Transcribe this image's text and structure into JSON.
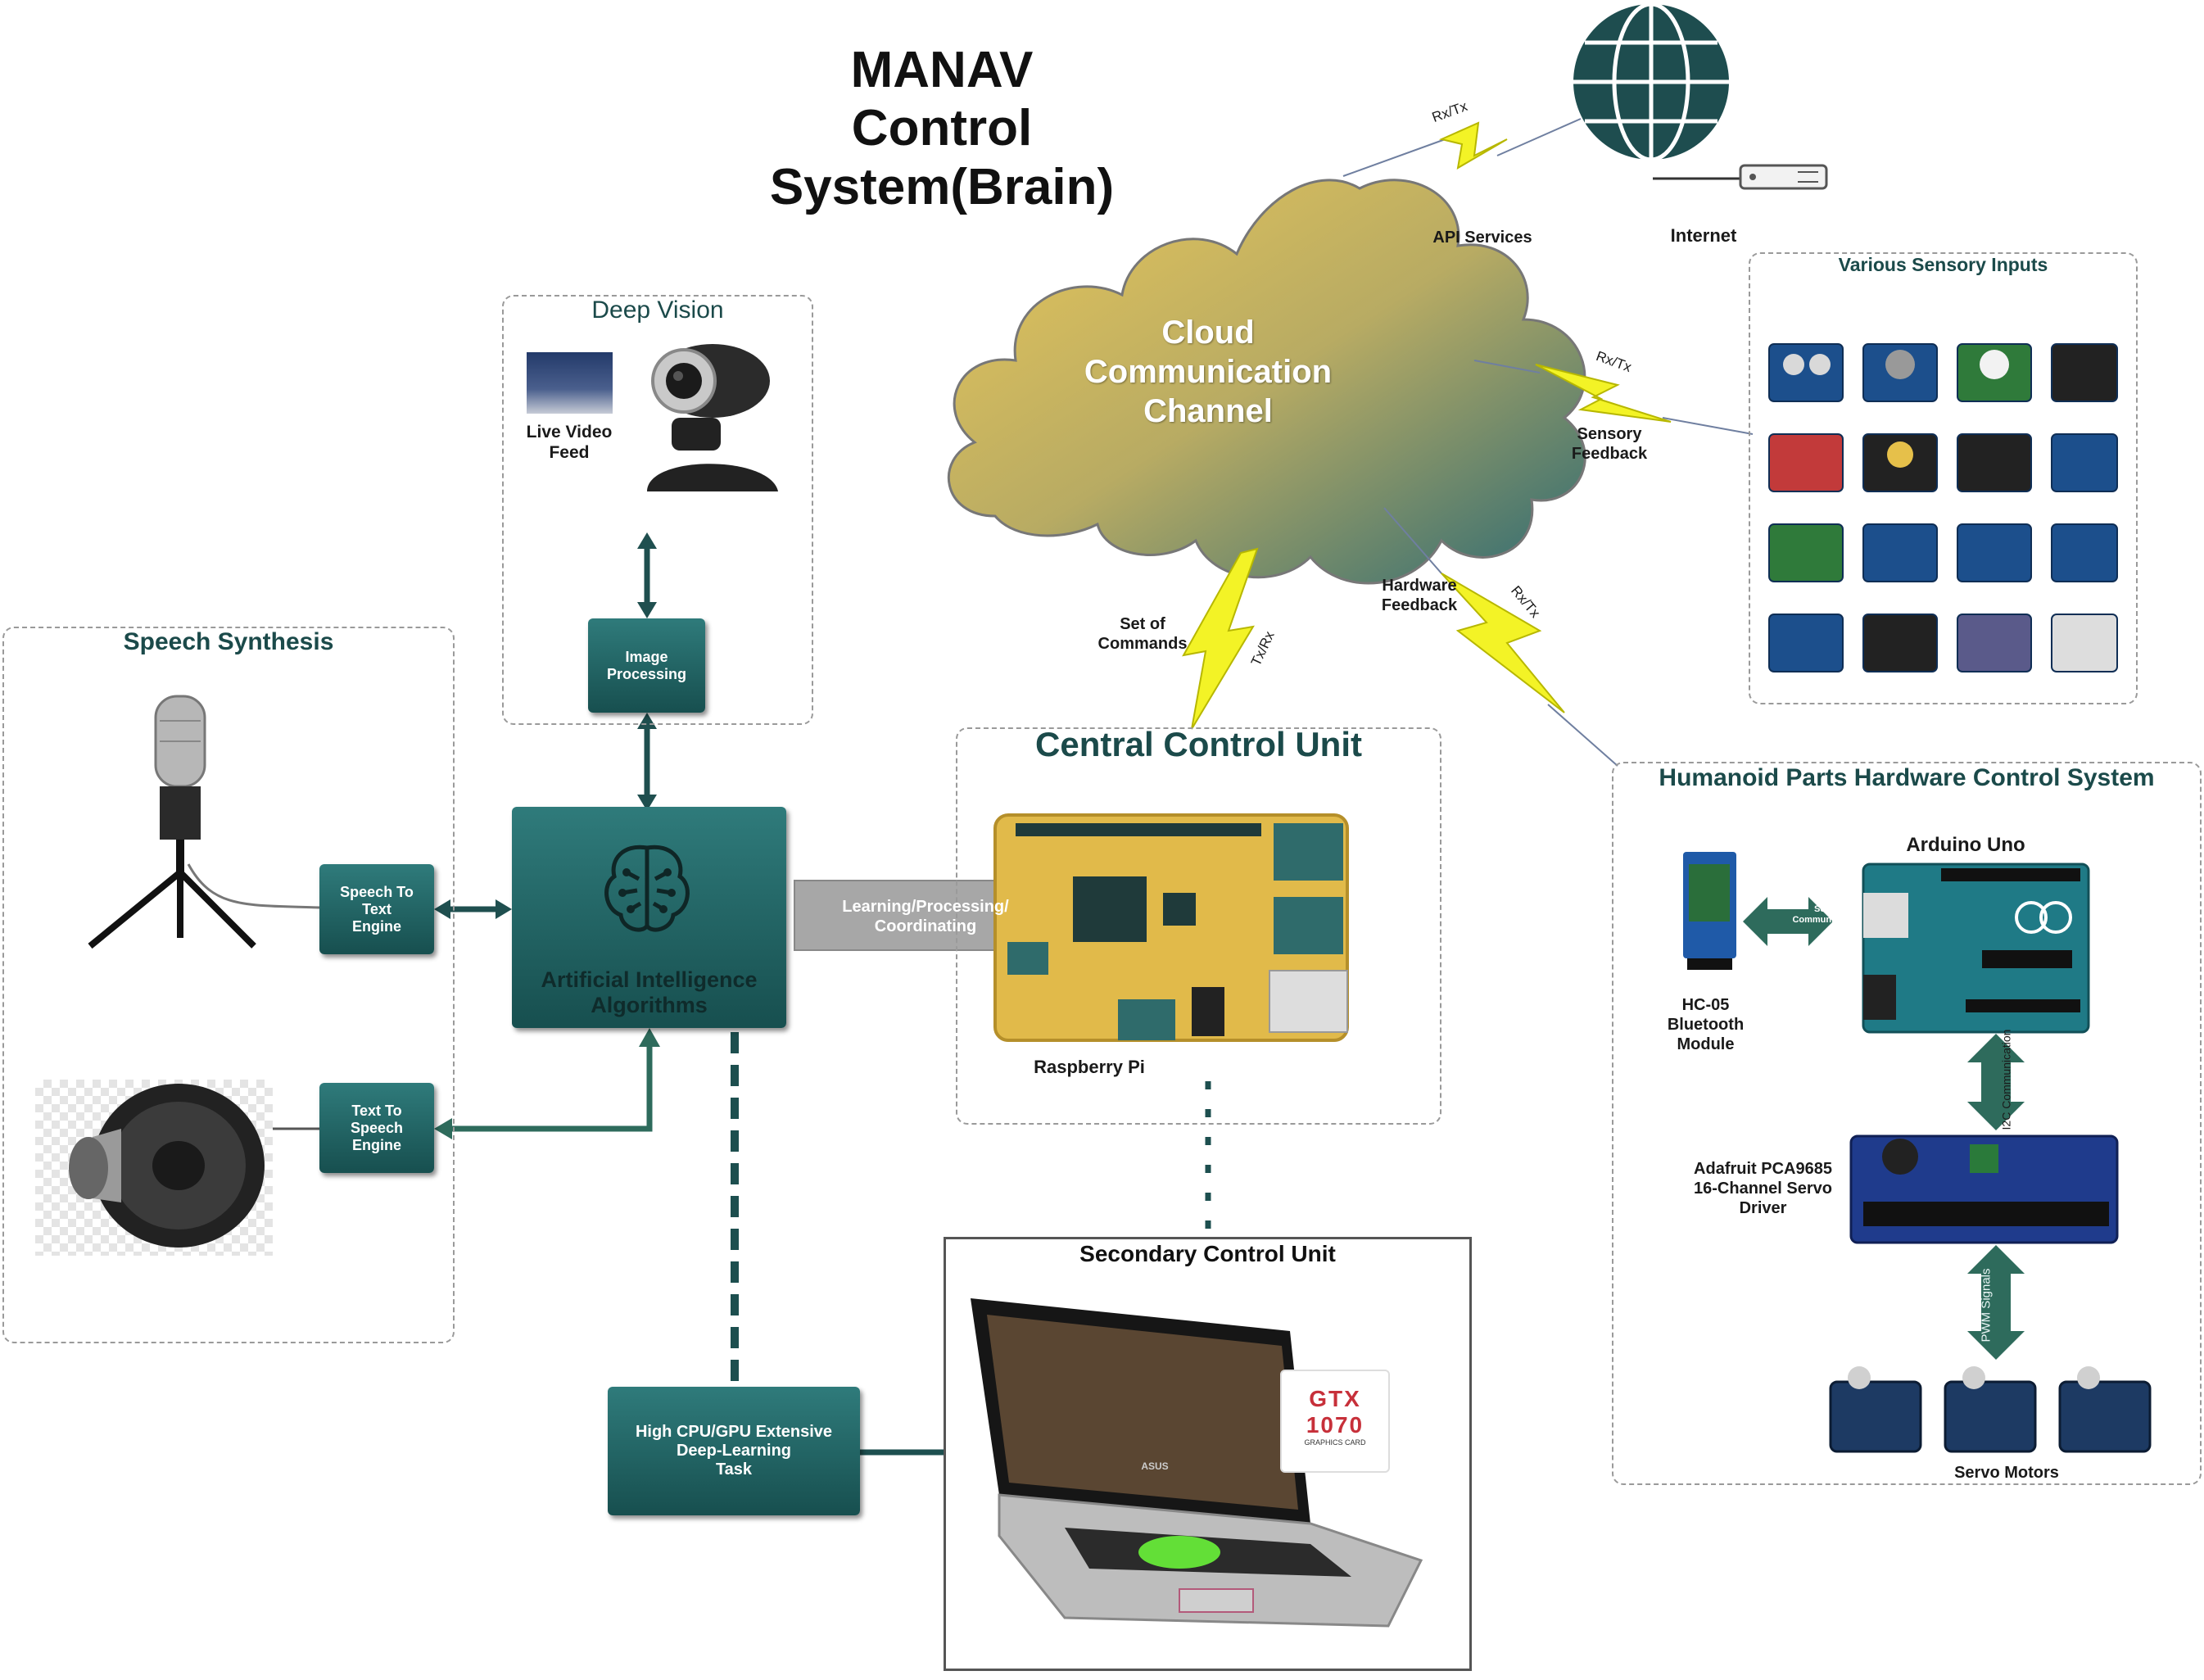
{
  "title": {
    "line1": "MANAV",
    "line2": "Control System(Brain)"
  },
  "cloud": {
    "label": "Cloud\nCommunication\nChannel"
  },
  "internet": {
    "label": "Internet",
    "api_services": "API Services"
  },
  "links": {
    "cloud_internet": "Rx/Tx",
    "cloud_sensors": "Rx/Tx",
    "sensory_feedback": "Sensory\nFeedback",
    "set_of_commands": "Set of\nCommands",
    "tx_rx": "Tx/Rx",
    "hardware_feedback": "Hardware\nFeedback",
    "hardware_rxtx": "Rx/Tx"
  },
  "deep_vision": {
    "title": "Deep Vision",
    "live_video": "Live Video\nFeed",
    "image_processing": "Image\nProcessing"
  },
  "speech": {
    "title": "Speech Synthesis",
    "stt": "Speech To Text\nEngine",
    "tts": "Text To Speech\nEngine"
  },
  "ai": {
    "label": "Artificial Intelligence\nAlgorithms"
  },
  "central": {
    "title": "Central Control Unit",
    "arrow_label": "Learning/Processing/\nCoordinating",
    "board": "Raspberry Pi"
  },
  "sensors": {
    "title": "Various Sensory Inputs"
  },
  "humanoid": {
    "title": "Humanoid Parts Hardware Control System",
    "arduino": "Arduino Uno",
    "serial": "Serial\nCommunication",
    "hc05": "HC-05\nBluetooth\nModule",
    "i2c": "I2C\nCommunication",
    "pca": "Adafruit PCA9685\n16-Channel Servo\nDriver",
    "pwm": "PWM Signals",
    "servos": "Servo Motors"
  },
  "secondary": {
    "title": "Secondary Control Unit",
    "gpu_line1": "GTX",
    "gpu_line2": "1070",
    "gpu_line3": "GRAPHICS CARD",
    "laptop_brand": "ASUS"
  },
  "deep_learning": {
    "label": "High CPU/GPU Extensive\nDeep-Learning\nTask"
  }
}
